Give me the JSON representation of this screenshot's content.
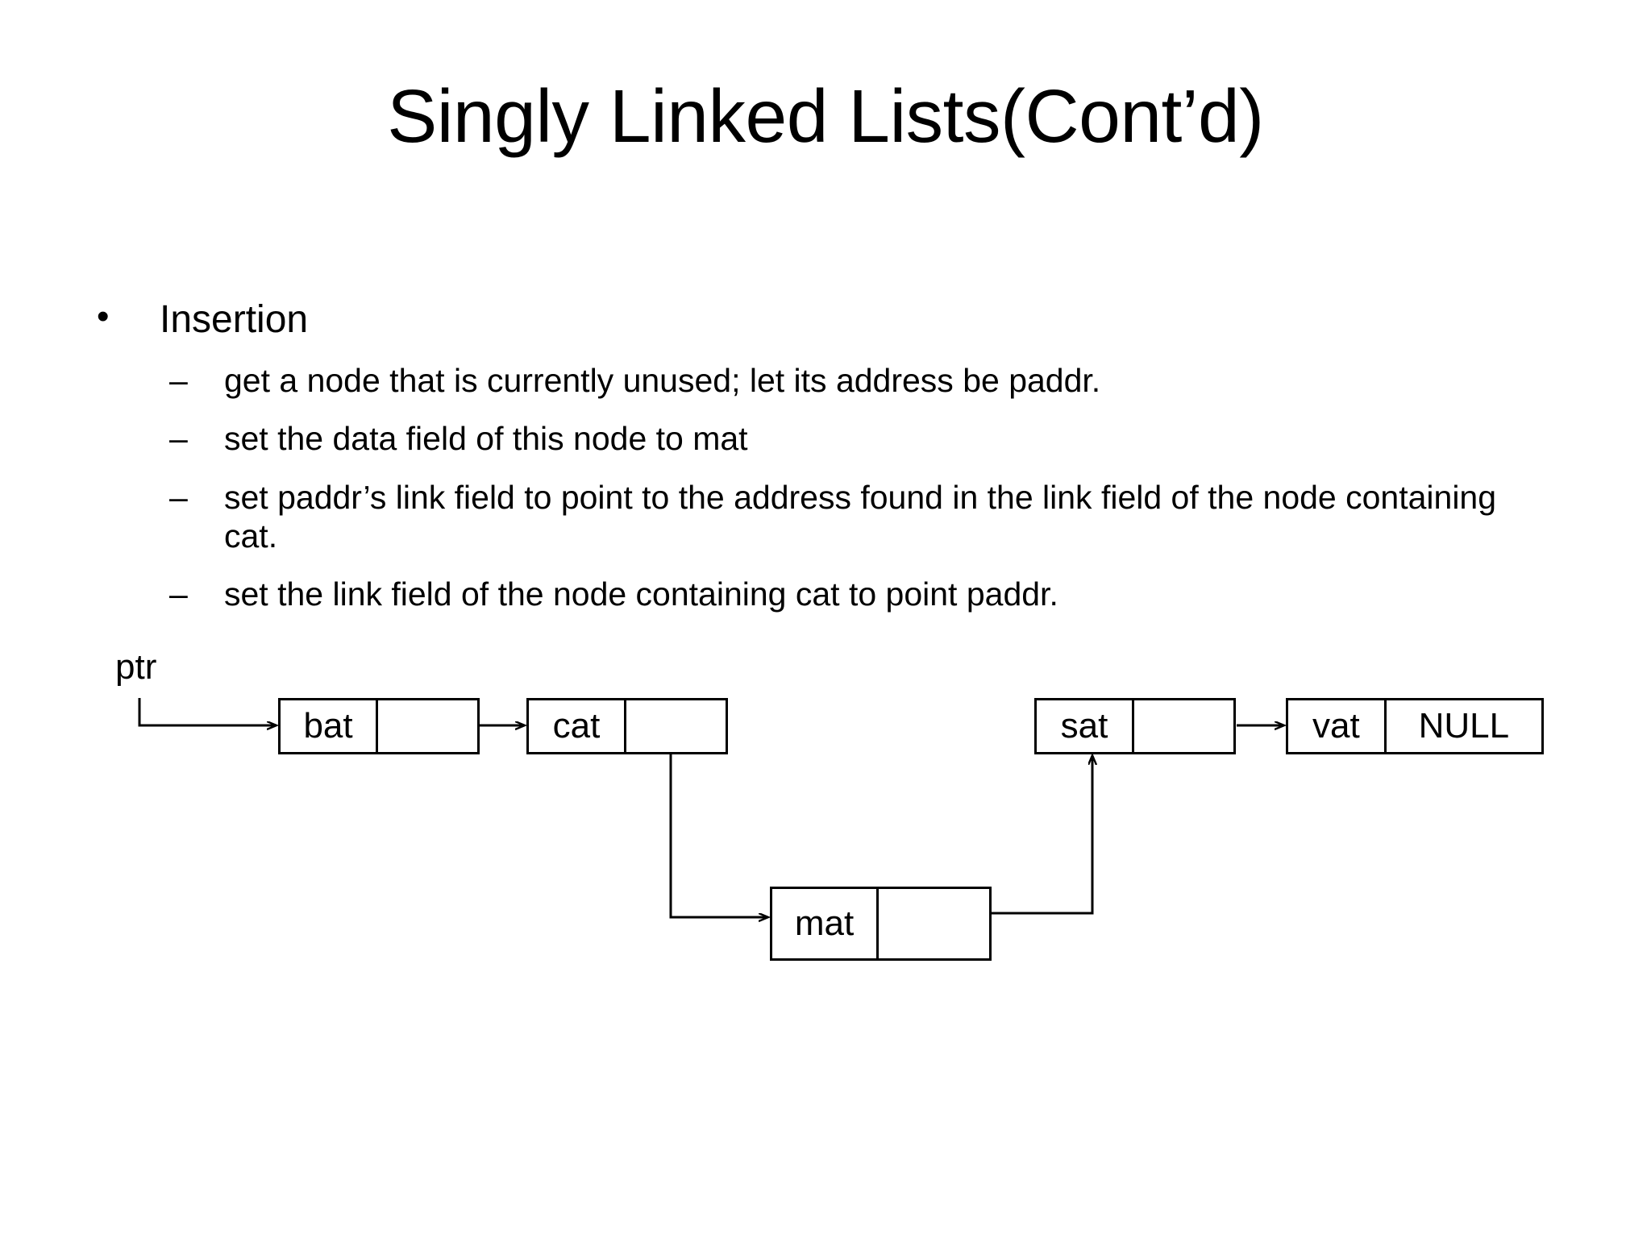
{
  "slide": {
    "title": "Singly Linked Lists(Cont’d)",
    "background": "#ffffff",
    "ink": "#000000"
  },
  "content": {
    "bullet_marker": "•",
    "sub_marker": "–",
    "main_bullet": "Insertion",
    "sub_bullets": [
      "get a node that is currently unused; let its address be paddr.",
      "set the data field of this node to mat",
      "set paddr’s link field to point to the address found in the link field of the node containing cat.",
      "set the link field of the node containing cat to point paddr."
    ]
  },
  "diagram": {
    "pointer_label": "ptr",
    "nodes": [
      {
        "id": "bat",
        "data": "bat",
        "link": ""
      },
      {
        "id": "cat",
        "data": "cat",
        "link": ""
      },
      {
        "id": "sat",
        "data": "sat",
        "link": ""
      },
      {
        "id": "vat",
        "data": "vat",
        "link": "NULL"
      },
      {
        "id": "mat",
        "data": "mat",
        "link": ""
      }
    ],
    "edges": [
      {
        "from": "ptr",
        "to": "bat"
      },
      {
        "from": "bat",
        "to": "cat"
      },
      {
        "from": "cat",
        "to": "mat"
      },
      {
        "from": "mat",
        "to": "sat"
      },
      {
        "from": "sat",
        "to": "vat"
      }
    ]
  }
}
